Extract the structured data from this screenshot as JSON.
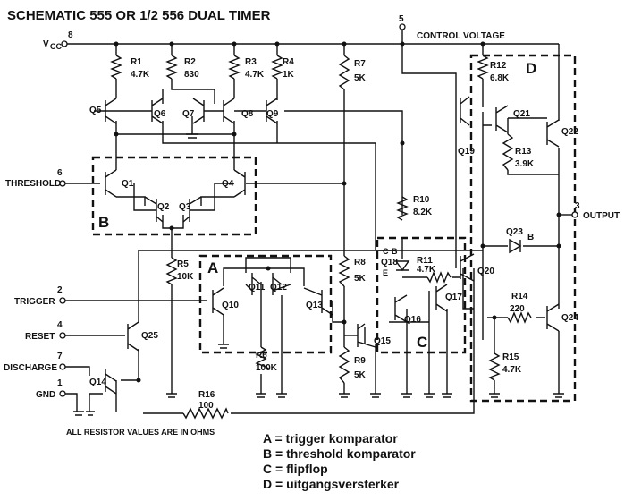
{
  "title": "SCHEMATIC 555 OR 1/2 556 DUAL TIMER",
  "pins": {
    "vcc": {
      "num": "8",
      "label": "V",
      "sub": "CC"
    },
    "control": {
      "num": "5",
      "label": "CONTROL VOLTAGE"
    },
    "threshold": {
      "num": "6",
      "label": "THRESHOLD"
    },
    "trigger": {
      "num": "2",
      "label": "TRIGGER"
    },
    "reset": {
      "num": "4",
      "label": "RESET"
    },
    "discharge": {
      "num": "7",
      "label": "DISCHARGE"
    },
    "gnd": {
      "num": "1",
      "label": "GND"
    },
    "output": {
      "num": "3",
      "label": "OUTPUT"
    }
  },
  "resistors": {
    "r1": {
      "name": "R1",
      "value": "4.7K"
    },
    "r2": {
      "name": "R2",
      "value": "830"
    },
    "r3": {
      "name": "R3",
      "value": "4.7K"
    },
    "r4": {
      "name": "R4",
      "value": "1K"
    },
    "r5": {
      "name": "R5",
      "value": "10K"
    },
    "r6": {
      "name": "R6",
      "value": "100K"
    },
    "r7": {
      "name": "R7",
      "value": "5K"
    },
    "r8": {
      "name": "R8",
      "value": "5K"
    },
    "r9": {
      "name": "R9",
      "value": "5K"
    },
    "r10": {
      "name": "R10",
      "value": "8.2K"
    },
    "r11": {
      "name": "R11",
      "value": "4.7K"
    },
    "r12": {
      "name": "R12",
      "value": "6.8K"
    },
    "r13": {
      "name": "R13",
      "value": "3.9K"
    },
    "r14": {
      "name": "R14",
      "value": "220"
    },
    "r15": {
      "name": "R15",
      "value": "4.7K"
    },
    "r16": {
      "name": "R16",
      "value": "100"
    }
  },
  "transistors": {
    "q1": "Q1",
    "q2": "Q2",
    "q3": "Q3",
    "q4": "Q4",
    "q5": "Q5",
    "q6": "Q6",
    "q7": "Q7",
    "q8": "Q8",
    "q9": "Q9",
    "q10": "Q10",
    "q11": "Q11",
    "q12": "Q12",
    "q13": "Q13",
    "q14": "Q14",
    "q15": "Q15",
    "q16": "Q16",
    "q17": "Q17",
    "q18": "Q18",
    "q19": "Q19",
    "q20": "Q20",
    "q21": "Q21",
    "q22": "Q22",
    "q23": "Q23",
    "q24": "Q24",
    "q25": "Q25"
  },
  "q18_terminals": {
    "c": "C",
    "b": "B",
    "e": "E"
  },
  "q23_suffix": "B",
  "boxes": {
    "a": "A",
    "b": "B",
    "c": "C",
    "d": "D"
  },
  "note": "ALL RESISTOR VALUES ARE IN OHMS",
  "legend": [
    "A = trigger komparator",
    "B = threshold komparator",
    "C = flipflop",
    "D = uitgangsversterker"
  ]
}
